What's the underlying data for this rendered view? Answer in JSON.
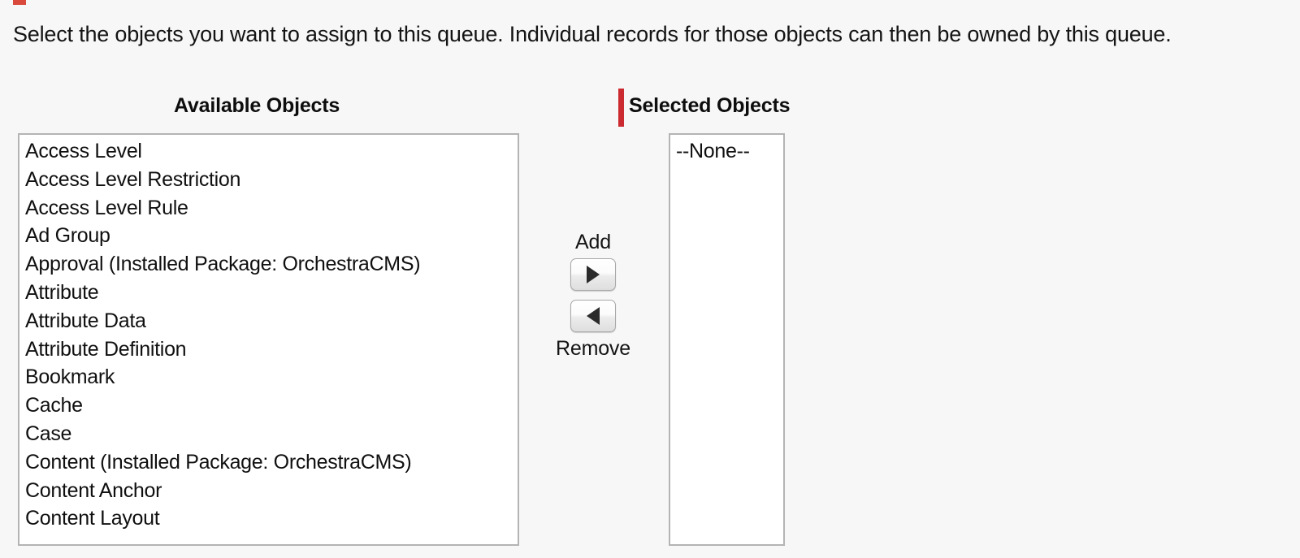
{
  "page": {
    "description": "Select the objects you want to assign to this queue. Individual records for those objects can then be owned by this queue.",
    "required_marker_color": "#cc2a31",
    "background_color": "#f7f7f7"
  },
  "available": {
    "header": "Available Objects",
    "options": [
      "Access Level",
      "Access Level Restriction",
      "Access Level Rule",
      "Ad Group",
      "Approval (Installed Package: OrchestraCMS)",
      "Attribute",
      "Attribute Data",
      "Attribute Definition",
      "Bookmark",
      "Cache",
      "Case",
      "Content (Installed Package: OrchestraCMS)",
      "Content Anchor",
      "Content Layout"
    ]
  },
  "selected": {
    "header": "Selected Objects",
    "required": true,
    "options": [
      "--None--"
    ]
  },
  "transfer": {
    "add_label": "Add",
    "remove_label": "Remove",
    "add_icon": "triangle-right-icon",
    "remove_icon": "triangle-left-icon"
  }
}
